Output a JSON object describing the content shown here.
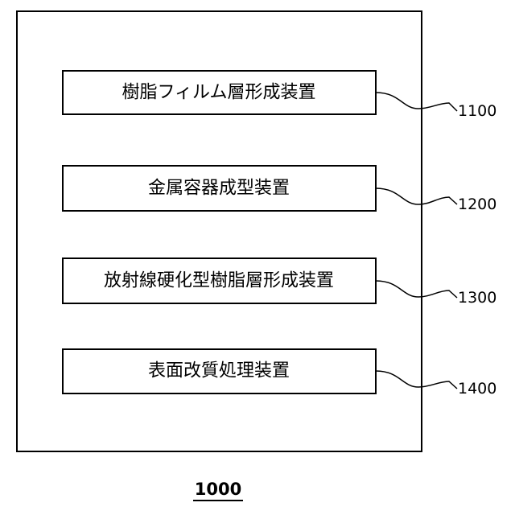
{
  "figure": {
    "label": "1000"
  },
  "components": [
    {
      "text": "樹脂フィルム層形成装置",
      "ref": "1100"
    },
    {
      "text": "金属容器成型装置",
      "ref": "1200"
    },
    {
      "text": "放射線硬化型樹脂層形成装置",
      "ref": "1300"
    },
    {
      "text": "表面改質処理装置",
      "ref": "1400"
    }
  ],
  "colors": {
    "stroke": "#000000",
    "background": "#ffffff"
  }
}
